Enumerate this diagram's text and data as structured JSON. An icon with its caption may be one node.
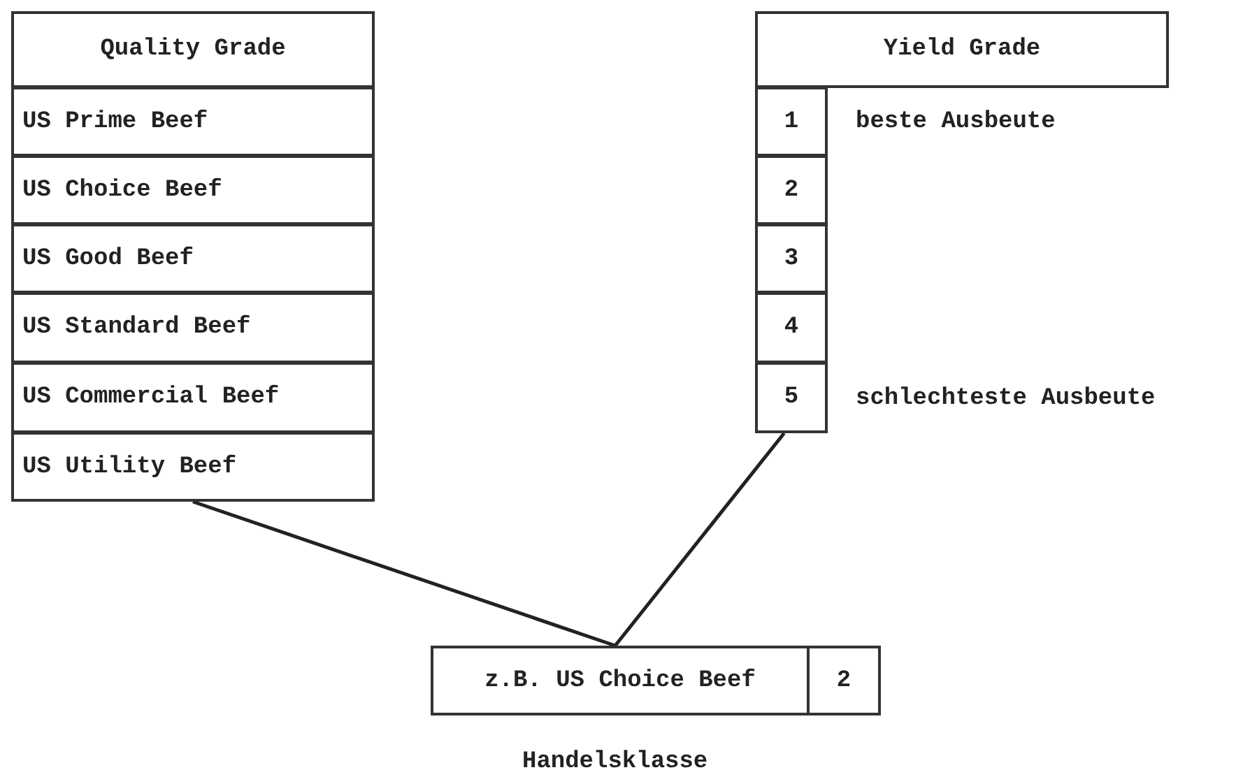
{
  "diagram": {
    "nodes": [
      {
        "text": [
          "Quality Grade"
        ]
      },
      {
        "text": [
          "US Prime Beef"
        ]
      },
      {
        "text": [
          "US Choice Beef"
        ]
      },
      {
        "text": [
          "US Good Beef"
        ]
      },
      {
        "text": [
          "US Standard Beef"
        ]
      },
      {
        "text": [
          "US Commercial Beef"
        ]
      },
      {
        "text": [
          "US Utility Beef"
        ]
      },
      {
        "text": [
          "Yield Grade"
        ]
      },
      {
        "text": [
          "1"
        ],
        "beside": [
          "beste Ausbeute"
        ]
      },
      {
        "text": [
          "2"
        ]
      },
      {
        "text": [
          "3"
        ]
      },
      {
        "text": [
          "4"
        ]
      },
      {
        "text": [
          "5"
        ],
        "beside": [
          "schlechteste Ausbeute"
        ]
      },
      {
        "text": [
          "z.B. US Choice Beef"
        ],
        "beside": [
          "Handelsklasse"
        ]
      },
      {
        "text": [
          "2"
        ]
      }
    ],
    "edges": [
      {
        "from": 6,
        "to": 13,
        "arrow": "none"
      },
      {
        "from": 12,
        "to": 13,
        "arrow": "none"
      }
    ]
  }
}
